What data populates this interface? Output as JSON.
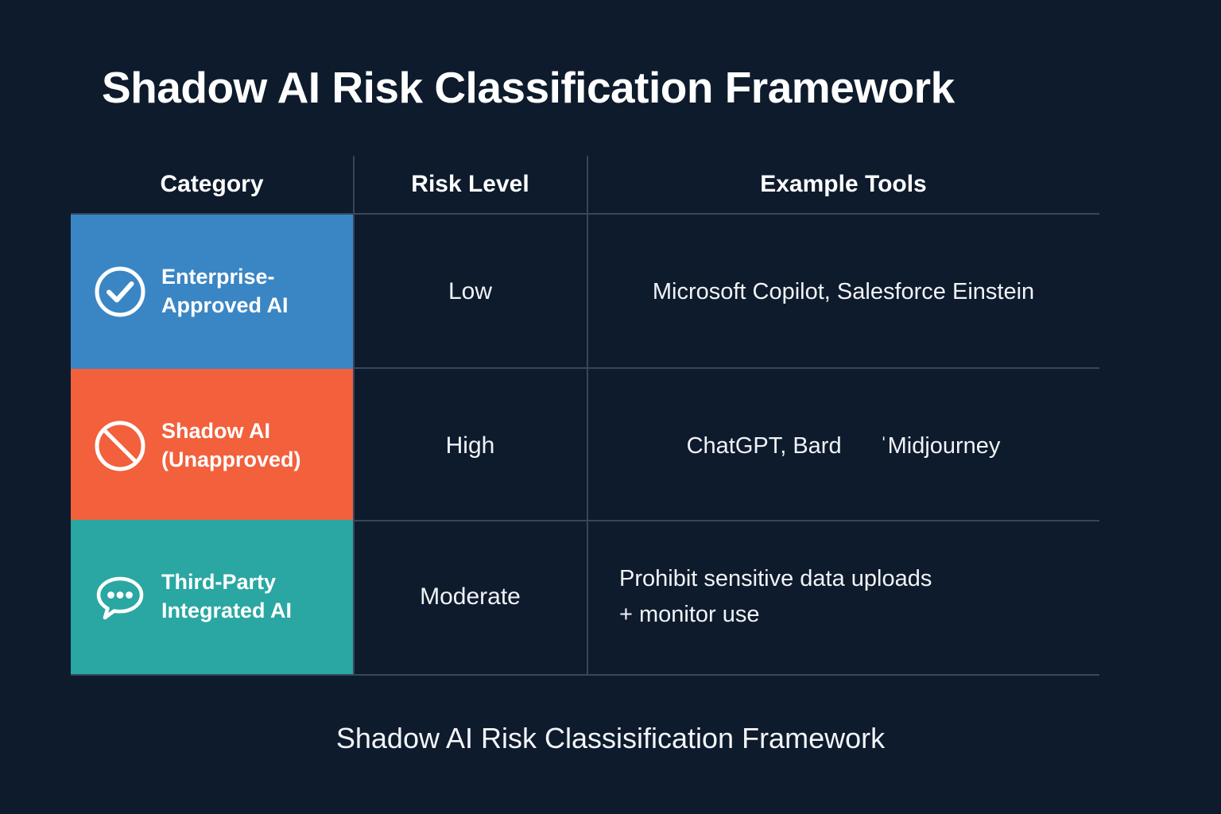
{
  "page": {
    "title": "Shadow AI Risk Classification Framework",
    "caption": "Shadow AI Risk Classisification Framework",
    "background_color": "#0e1b2c",
    "divider_color": "#37465c"
  },
  "table": {
    "headers": {
      "category": "Category",
      "risk_level": "Risk Level",
      "example_tools": "Example Tools"
    },
    "rows": [
      {
        "category": "Enterprise-\nApproved AI",
        "icon": "check-circle-icon",
        "color": "#3a86c4",
        "risk_level": "Low",
        "tools_lines": [
          "Microsoft Copilot, Salesforce Einstein"
        ]
      },
      {
        "category": "Shadow AI\n(Unapproved)",
        "icon": "prohibition-icon",
        "color": "#f2603c",
        "risk_level": "High",
        "tools_lines": [
          "ChatGPT, Bard      ˈMidjourney"
        ]
      },
      {
        "category": "Third-Party\nIntegrated AI",
        "icon": "chat-bubble-dots-icon",
        "color": "#2aa7a2",
        "risk_level": "Moderate",
        "tools_lines": [
          "Prohibit sensitive data uploads",
          "+ monitor use"
        ]
      }
    ]
  }
}
